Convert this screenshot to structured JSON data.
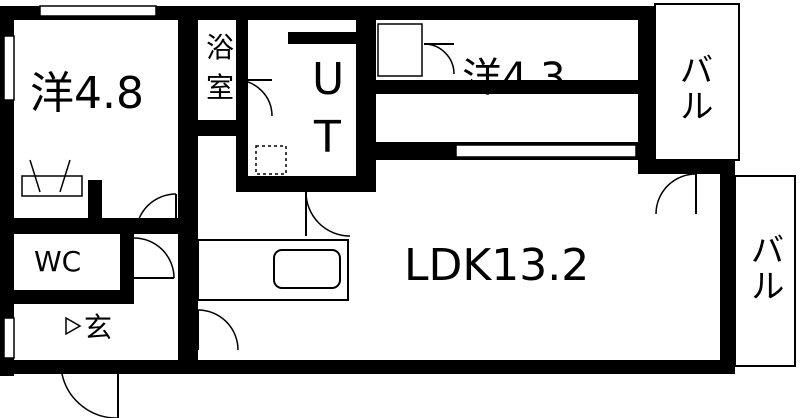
{
  "plan": {
    "rooms": {
      "western_room_1": "洋4.8",
      "bath_line1": "浴",
      "bath_line2": "室",
      "utility_line1": "U",
      "utility_line2": "T",
      "western_room_2": "洋4.3",
      "balcony_top": "バル",
      "toilet": "WC",
      "entrance": "玄",
      "ldk": "LDK13.2",
      "balcony_right": "バル"
    }
  }
}
